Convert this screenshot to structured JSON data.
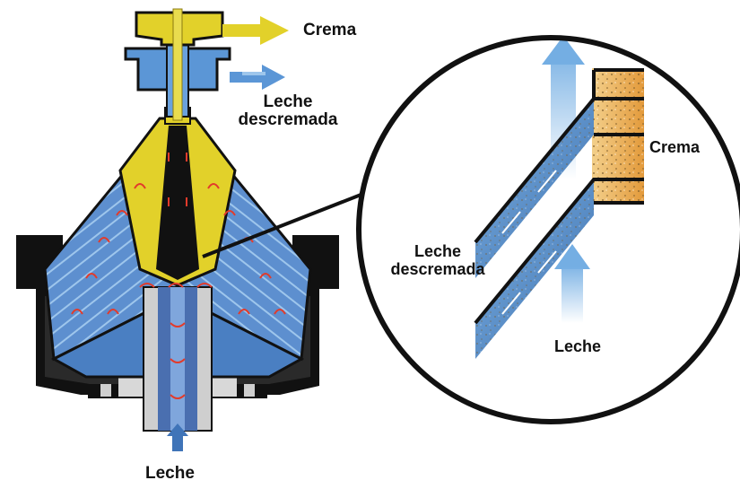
{
  "labels": {
    "top_outlet_cream": "Crema",
    "skim_outlet_line1": "Leche",
    "skim_outlet_line2": "descremada",
    "milk_inlet": "Leche",
    "zoom_cream": "Crema",
    "zoom_skim_line1": "Leche",
    "zoom_skim_line2": "descremada",
    "zoom_milk": "Leche"
  },
  "colors": {
    "cream": "#e2d12a",
    "skim_milk": "#5b96d6",
    "milk_arrow": "#3f74b8",
    "bowl_body": "#5d8fcf",
    "disc_lines": "#9ec6ec",
    "flow_arrows": "#e23b2b",
    "housing": "#111111",
    "cream_zone": "#e8a84a"
  }
}
